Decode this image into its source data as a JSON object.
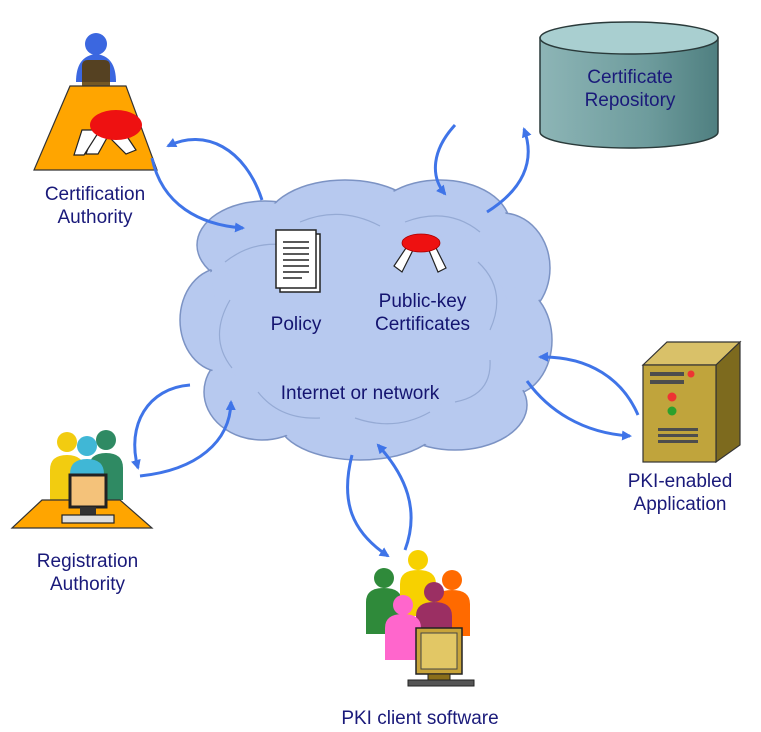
{
  "colors": {
    "text": "#1a1a7a",
    "arrow": "#3f74e8",
    "cloud_fill": "#b7c9ef",
    "cloud_stroke": "#7c93c4",
    "repository_fill": "#7fa9aa",
    "seal_red": "#ee1111",
    "desk_orange": "#ff9900"
  },
  "nodes": {
    "certification_authority": {
      "line1": "Certification",
      "line2": "Authority",
      "icon": "person-with-seal-icon"
    },
    "certificate_repository": {
      "line1": "Certificate",
      "line2": "Repository",
      "icon": "database-cylinder-icon"
    },
    "pki_application": {
      "line1": "PKI-enabled",
      "line2": "Application",
      "icon": "server-tower-icon"
    },
    "registration_authority": {
      "line1": "Registration",
      "line2": "Authority",
      "icon": "group-at-desk-icon"
    },
    "pki_client": {
      "line1": "PKI client software",
      "icon": "group-with-computer-icon"
    }
  },
  "cloud": {
    "policy": "Policy",
    "certs_line1": "Public-key",
    "certs_line2": "Certificates",
    "network": "Internet or network",
    "icons": [
      "document-icon",
      "certificate-seal-icon"
    ]
  }
}
